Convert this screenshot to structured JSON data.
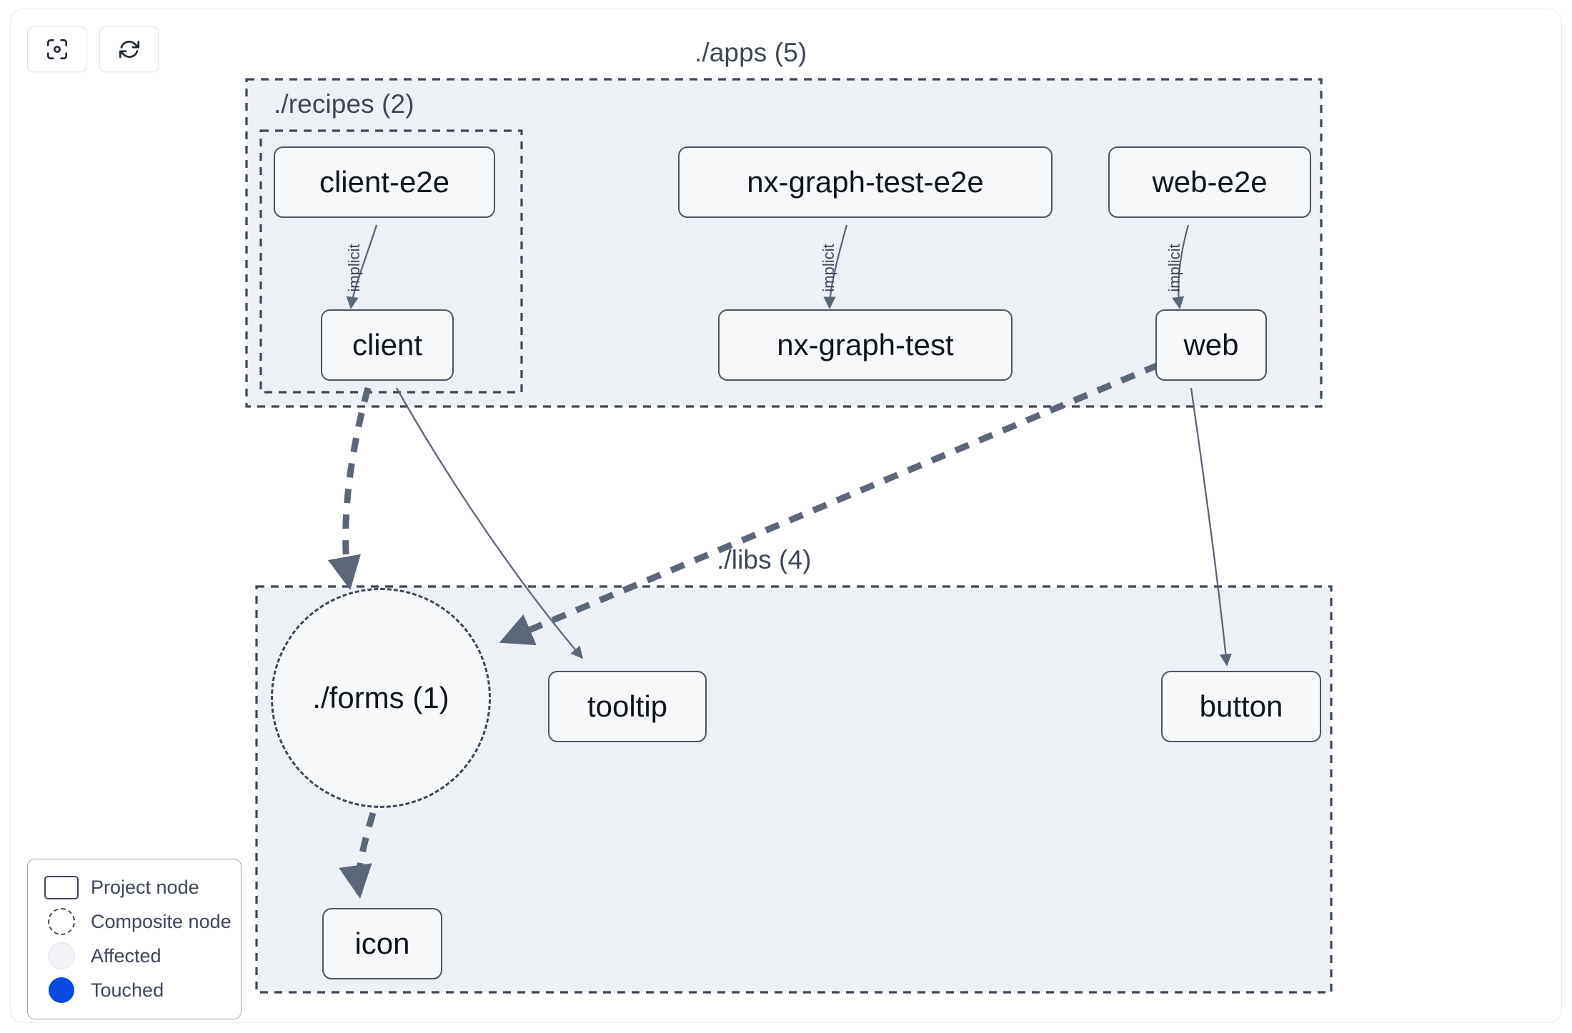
{
  "toolbar": {
    "buttons": [
      {
        "name": "focus-graph-button",
        "icon": "viewfinder-focus-icon",
        "title": "Focus graph"
      },
      {
        "name": "refresh-graph-button",
        "icon": "refresh-icon",
        "title": "Refresh graph"
      }
    ]
  },
  "graph": {
    "groups": [
      {
        "id": "apps",
        "label": "./apps (5)",
        "count": 5
      },
      {
        "id": "recipes",
        "label": "./recipes (2)",
        "count": 2
      },
      {
        "id": "libs",
        "label": "./libs (4)",
        "count": 4
      }
    ],
    "nodes": [
      {
        "id": "client-e2e",
        "label": "client-e2e",
        "type": "project",
        "group": "recipes"
      },
      {
        "id": "client",
        "label": "client",
        "type": "project",
        "group": "recipes"
      },
      {
        "id": "nx-graph-test-e2e",
        "label": "nx-graph-test-e2e",
        "type": "project",
        "group": "apps"
      },
      {
        "id": "nx-graph-test",
        "label": "nx-graph-test",
        "type": "project",
        "group": "apps"
      },
      {
        "id": "web-e2e",
        "label": "web-e2e",
        "type": "project",
        "group": "apps"
      },
      {
        "id": "web",
        "label": "web",
        "type": "project",
        "group": "apps"
      },
      {
        "id": "forms",
        "label": "./forms (1)",
        "type": "composite",
        "group": "libs"
      },
      {
        "id": "tooltip",
        "label": "tooltip",
        "type": "project",
        "group": "libs"
      },
      {
        "id": "button",
        "label": "button",
        "type": "project",
        "group": "libs"
      },
      {
        "id": "icon",
        "label": "icon",
        "type": "project",
        "group": "libs"
      }
    ],
    "edges": [
      {
        "source": "client-e2e",
        "target": "client",
        "label": "implicit",
        "style": "solid"
      },
      {
        "source": "nx-graph-test-e2e",
        "target": "nx-graph-test",
        "label": "implicit",
        "style": "solid"
      },
      {
        "source": "web-e2e",
        "target": "web",
        "label": "implicit",
        "style": "solid"
      },
      {
        "source": "client",
        "target": "forms",
        "label": "",
        "style": "dashed"
      },
      {
        "source": "client",
        "target": "tooltip",
        "label": "",
        "style": "solid"
      },
      {
        "source": "web",
        "target": "forms",
        "label": "",
        "style": "dashed"
      },
      {
        "source": "web",
        "target": "button",
        "label": "",
        "style": "solid"
      },
      {
        "source": "forms",
        "target": "icon",
        "label": "",
        "style": "dashed"
      }
    ]
  },
  "legend": {
    "items": [
      {
        "label": "Project node",
        "swatch": "project"
      },
      {
        "label": "Composite node",
        "swatch": "composite"
      },
      {
        "label": "Affected",
        "swatch": "affected"
      },
      {
        "label": "Touched",
        "swatch": "touched"
      }
    ]
  },
  "colors": {
    "node_border": "#4b5563",
    "node_fill": "#f7f8fa",
    "group_fill": "#edf0f5",
    "group_border": "#3d4757",
    "edge": "#5b6779",
    "edge_dashed": "#5b6779",
    "text": "#10141c",
    "label_text": "#3d4757",
    "touched": "#0b49e3",
    "card_border": "#e8eaee"
  }
}
